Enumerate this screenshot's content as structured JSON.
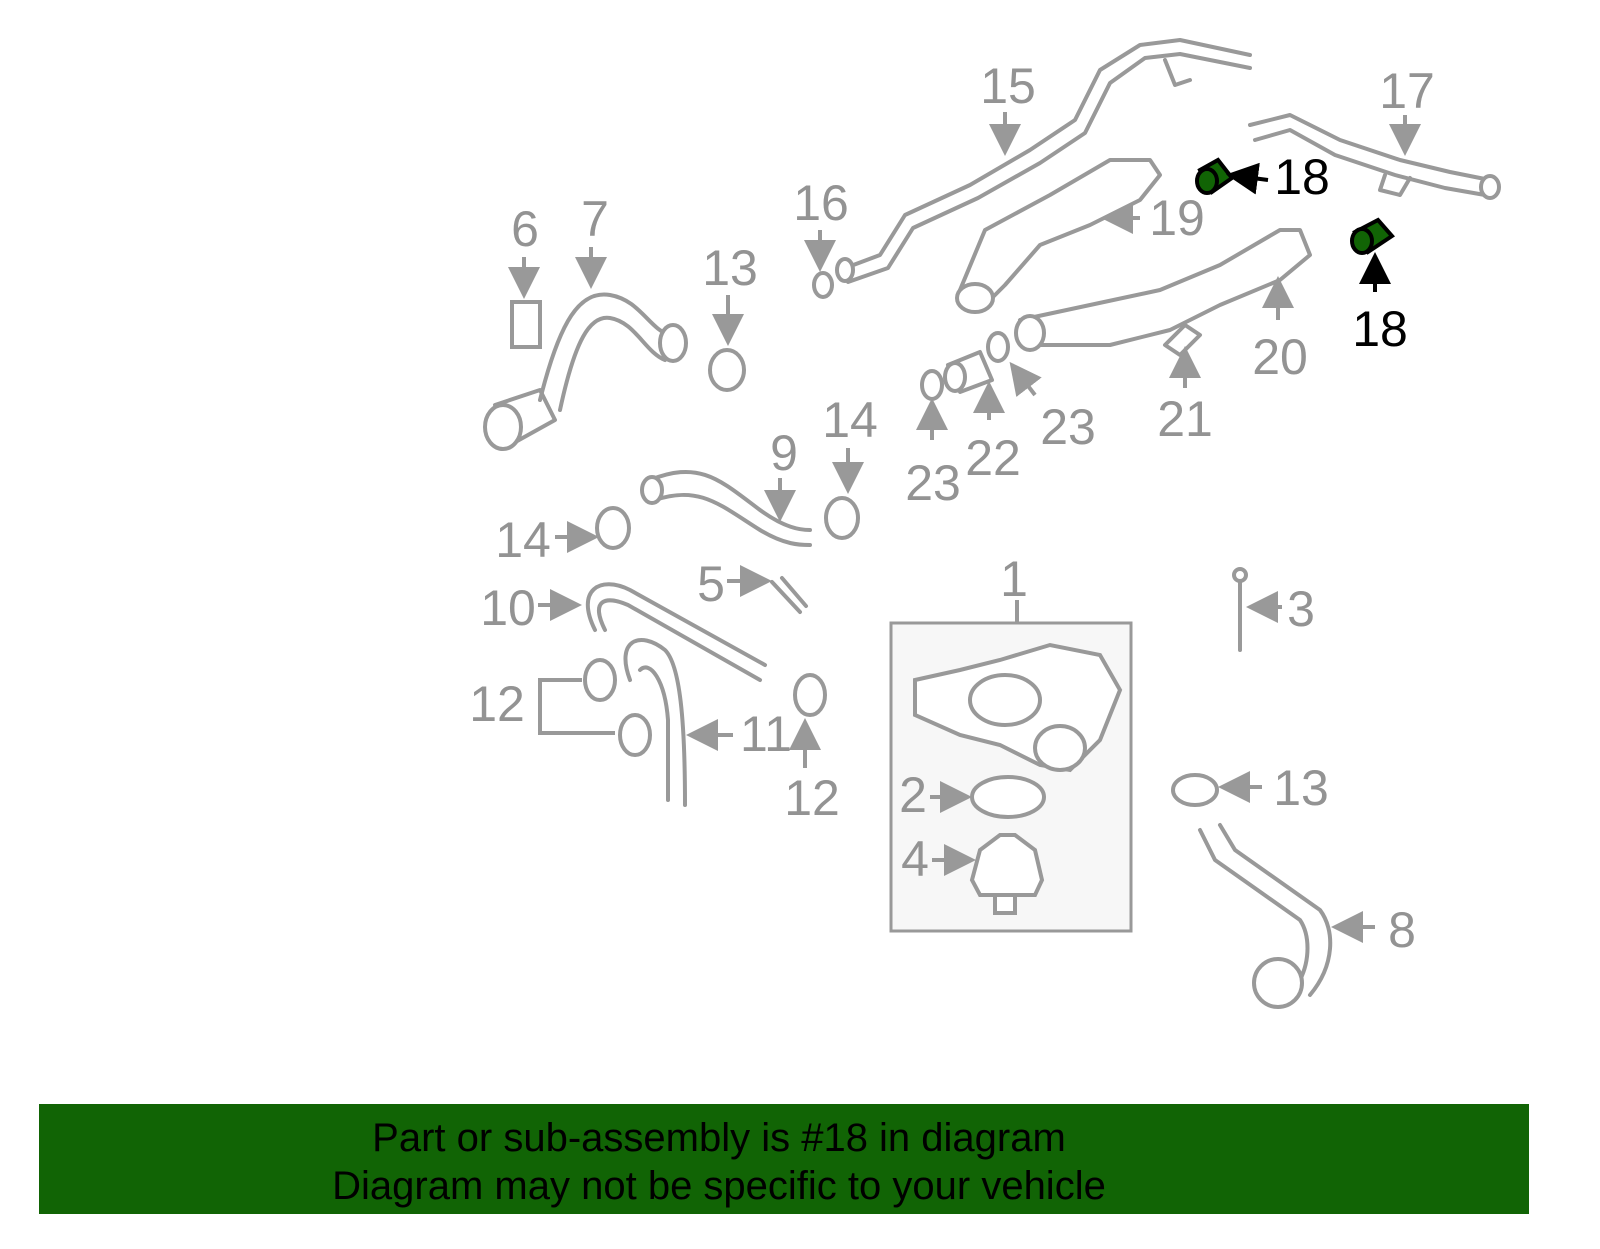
{
  "diagram": {
    "labels": [
      "15",
      "17",
      "18",
      "18",
      "16",
      "19",
      "6",
      "7",
      "13",
      "20",
      "21",
      "23",
      "22",
      "23",
      "9",
      "14",
      "14",
      "1",
      "5",
      "3",
      "10",
      "12",
      "11",
      "12",
      "2",
      "13",
      "4",
      "8"
    ],
    "highlight_part": "18",
    "colors": {
      "highlight": "#116405",
      "line": "#999999",
      "banner": "#116405"
    }
  },
  "banner": {
    "line1": "Part or sub-assembly is #18 in diagram",
    "line2": "Diagram may not be specific to your vehicle"
  }
}
